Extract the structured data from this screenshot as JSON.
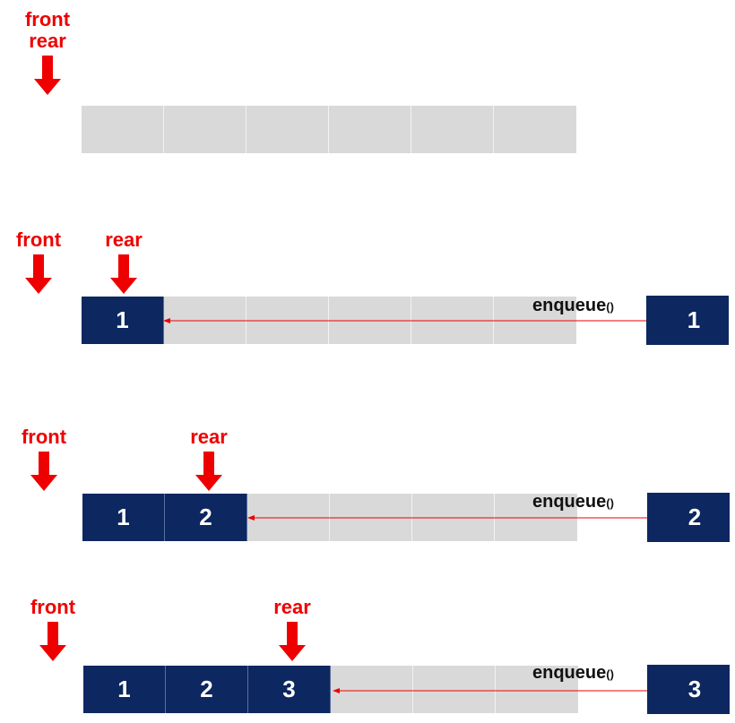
{
  "pointers": {
    "front": "front",
    "rear": "rear"
  },
  "operation": {
    "name": "enqueue",
    "parens": "()"
  },
  "capacity": 6,
  "steps": [
    {
      "queue": []
    },
    {
      "queue": [
        "1"
      ],
      "incoming": "1"
    },
    {
      "queue": [
        "1",
        "2"
      ],
      "incoming": "2"
    },
    {
      "queue": [
        "1",
        "2",
        "3"
      ],
      "incoming": "3"
    }
  ],
  "colors": {
    "pointer": "#ee0000",
    "filled_cell": "#0d2760",
    "empty_cell": "#d9d9d9",
    "link_line": "#ee0000"
  }
}
